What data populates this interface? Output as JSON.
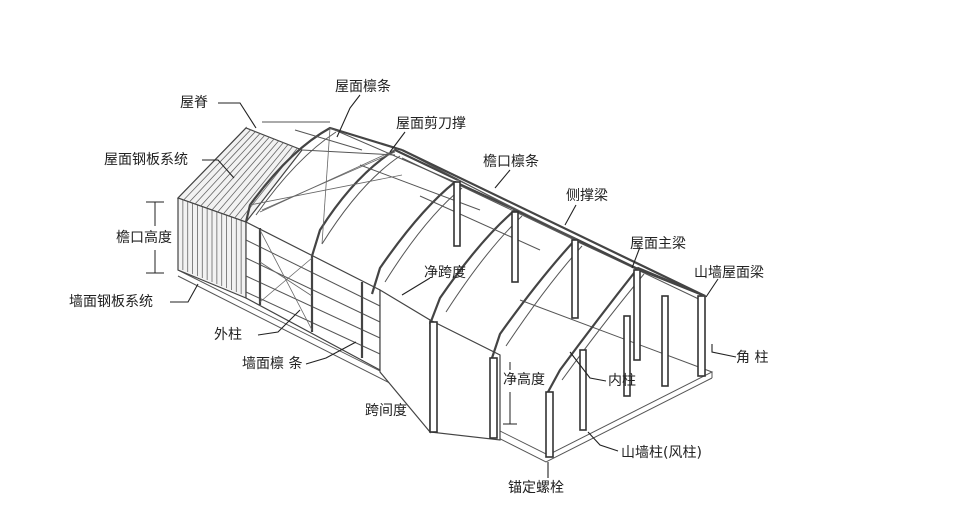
{
  "labels": {
    "ridge": "屋脊",
    "roof_purlin": "屋面檩条",
    "roof_cross_brace": "屋面剪刀撑",
    "roof_steel_panel_system": "屋面钢板系统",
    "eave_purlin": "檐口檩条",
    "side_brace_beam": "侧撑梁",
    "eave_height": "檐口高度",
    "roof_main_beam": "屋面主梁",
    "gable_roof_beam": "山墙屋面梁",
    "clear_span": "净跨度",
    "wall_steel_panel_system": "墙面钢板系统",
    "outer_column": "外柱",
    "wall_purlin": "墙面檩 条",
    "corner_column": "角 柱",
    "clear_height": "净高度",
    "inner_column": "内柱",
    "span_width": "跨间度",
    "gable_column": "山墙柱(风柱)",
    "anchor_bolt": "锚定螺栓"
  }
}
